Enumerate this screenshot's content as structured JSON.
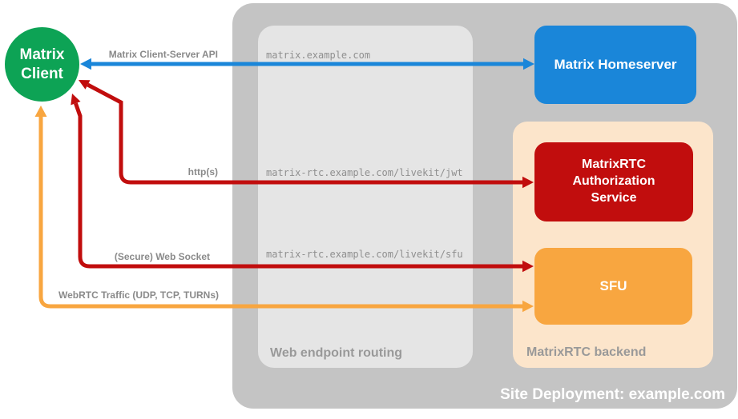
{
  "diagram": {
    "nodes": {
      "client": {
        "label": "Matrix Client"
      },
      "homeserver": {
        "label": "Matrix Homeserver"
      },
      "auth": {
        "label": "MatrixRTC Authorization Service"
      },
      "sfu": {
        "label": "SFU"
      }
    },
    "groups": {
      "site": {
        "label": "Site Deployment: example.com"
      },
      "routing": {
        "label": "Web endpoint routing"
      },
      "backend": {
        "label": "MatrixRTC backend"
      }
    },
    "arrows": [
      {
        "name": "client-server-api",
        "label": "Matrix Client-Server API",
        "endpoint": "matrix.example.com",
        "color": "#1a86d9",
        "direction": "bidirectional"
      },
      {
        "name": "https-jwt",
        "label": "http(s)",
        "endpoint": "matrix-rtc.example.com/livekit/jwt",
        "color": "#c10d0d",
        "direction": "bidirectional"
      },
      {
        "name": "websocket-sfu",
        "label": "(Secure) Web Socket",
        "endpoint": "matrix-rtc.example.com/livekit/sfu",
        "color": "#c10d0d",
        "direction": "bidirectional"
      },
      {
        "name": "webrtc-traffic",
        "label": "WebRTC Traffic (UDP, TCP, TURNs)",
        "endpoint": "",
        "color": "#f8a640",
        "direction": "bidirectional"
      }
    ]
  },
  "colors": {
    "blue": "#1a86d9",
    "red": "#c10d0d",
    "orange": "#f8a640",
    "green": "#0da355",
    "peach": "#fce5cb",
    "gray_container": "#c4c4c4",
    "gray_inner": "#e5e5e5",
    "label_gray": "#8a8a8a",
    "mono_gray": "#8f8f8f",
    "muted_label": "#999999",
    "white": "#ffffff"
  }
}
